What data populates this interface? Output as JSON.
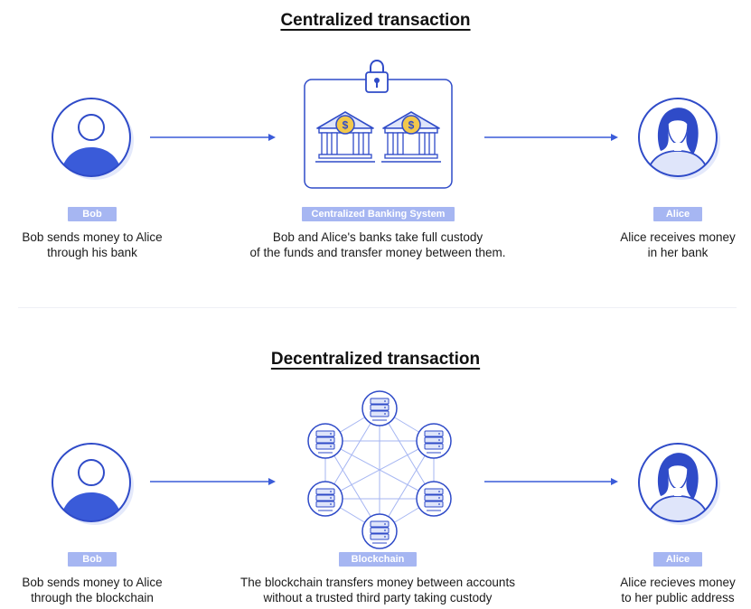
{
  "centralized": {
    "title": "Centralized transaction",
    "sender": {
      "label": "Bob",
      "desc_line1": "Bob sends money to Alice",
      "desc_line2": "through his bank"
    },
    "middle": {
      "label": "Centralized Banking System",
      "desc_line1": "Bob and Alice's banks take full custody",
      "desc_line2": "of the funds and transfer money between them."
    },
    "receiver": {
      "label": "Alice",
      "desc_line1": "Alice receives money",
      "desc_line2": "in her bank"
    },
    "bank_symbol": "$"
  },
  "decentralized": {
    "title": "Decentralized transaction",
    "sender": {
      "label": "Bob",
      "desc_line1": "Bob sends money to Alice",
      "desc_line2": "through the blockchain"
    },
    "middle": {
      "label": "Blockchain",
      "desc_line1": "The blockchain transfers money between accounts",
      "desc_line2": "without a trusted third party taking custody"
    },
    "receiver": {
      "label": "Alice",
      "desc_line1": "Alice recieves money",
      "desc_line2": "to her public address"
    }
  },
  "colors": {
    "accent": "#3a5bd9",
    "outline": "#2f4bc8",
    "tag_bg": "#a6b6f2",
    "light_fill": "#dfe5fa",
    "lock": "#f2c84b"
  },
  "icons": [
    "person-bob-icon",
    "person-alice-icon",
    "lock-icon",
    "bank-icon",
    "server-node-icon",
    "arrow-right-icon"
  ]
}
